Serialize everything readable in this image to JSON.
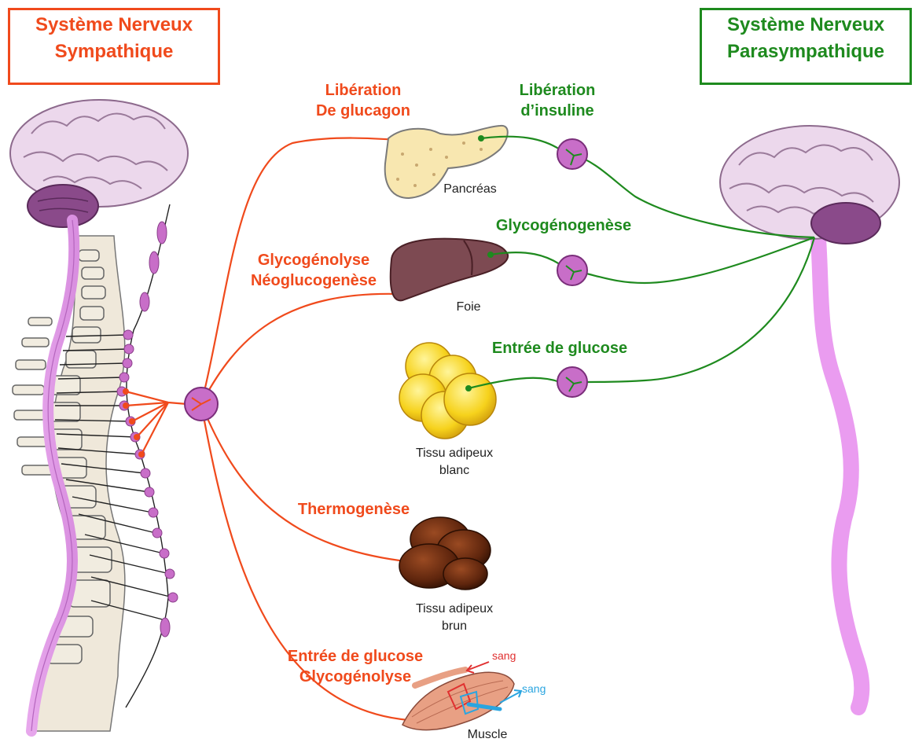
{
  "sympathetic_title": {
    "line1": "Système Nerveux",
    "line2": "Sympathique"
  },
  "parasympathetic_title": {
    "line1": "Système Nerveux",
    "line2": "Parasympathique"
  },
  "sympathetic_effects": {
    "glucagon": {
      "line1": "Libération",
      "line2": "De glucagon"
    },
    "liver": {
      "line1": "Glycogénolyse",
      "line2": "Néoglucogenèse"
    },
    "thermo": "Thermogenèse",
    "muscle": {
      "line1": "Entrée de glucose",
      "line2": "Glycogénolyse"
    }
  },
  "parasympathetic_effects": {
    "insulin": {
      "line1": "Libération",
      "line2": "d’insuline"
    },
    "glycogenesis": "Glycogénogenèse",
    "glucose_entry": "Entrée de glucose"
  },
  "organs": {
    "pancreas": "Pancréas",
    "liver": "Foie",
    "white_fat": {
      "line1": "Tissu adipeux",
      "line2": "blanc"
    },
    "brown_fat": {
      "line1": "Tissu adipeux",
      "line2": "brun"
    },
    "muscle": "Muscle"
  },
  "blood_in": "sang",
  "blood_out": "sang",
  "colors": {
    "sympathetic": "#f04a1c",
    "parasympathetic": "#1e8a1e",
    "neuron": "#c86ec8",
    "blood_out": "#2aa5e0"
  }
}
